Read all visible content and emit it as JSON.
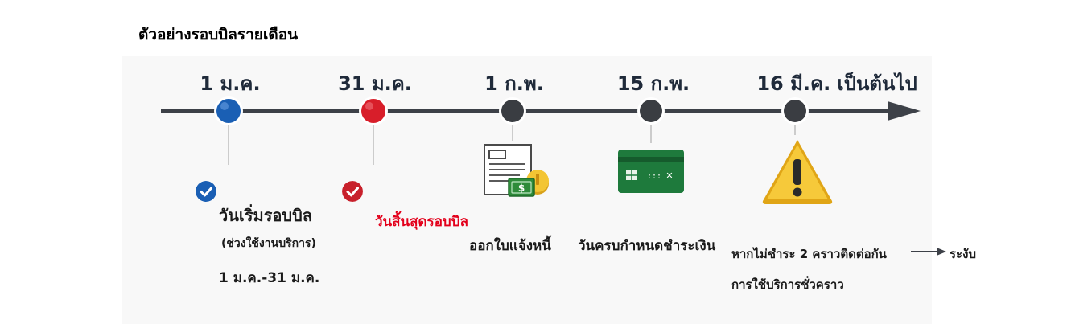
{
  "title": "ตัวอย่างรอบบิลรายเดือน",
  "milestones": [
    {
      "date": "1 ม.ค.",
      "color": "#1a5fb4"
    },
    {
      "date": "31 ม.ค.",
      "color": "#d81e2a"
    },
    {
      "date": "1 ก.พ.",
      "color": "#3a3d42"
    },
    {
      "date": "15 ก.พ.",
      "color": "#3a3d42"
    },
    {
      "date": "16 มี.ค. เป็นต้นไป",
      "color": "#3a3d42"
    }
  ],
  "start": {
    "label": "วันเริ่มรอบบิล",
    "sub": "(ช่วงใช้งานบริการ)",
    "range": "1 ม.ค.-31 ม.ค."
  },
  "end": {
    "label": "วันสิ้นสุดรอบบิล"
  },
  "invoice": {
    "label": "ออกใบแจ้งหนี้",
    "icon": "invoice-coin-icon"
  },
  "due": {
    "label": "วันครบกำหนดชำระเงิน",
    "icon": "credit-card-icon"
  },
  "warning": {
    "line1": "หากไม่ชำระ 2 คราวติดต่อกัน",
    "line2": "การใช้บริการชั่วคราว",
    "result": "ระงับ",
    "icon": "warning-icon"
  },
  "colors": {
    "line": "#3d4148",
    "check_blue": "#1a5fb4",
    "check_red": "#c8202b",
    "accent_red": "#e3001b",
    "card_green": "#1e7a3c",
    "warning_yellow": "#f2c230"
  }
}
